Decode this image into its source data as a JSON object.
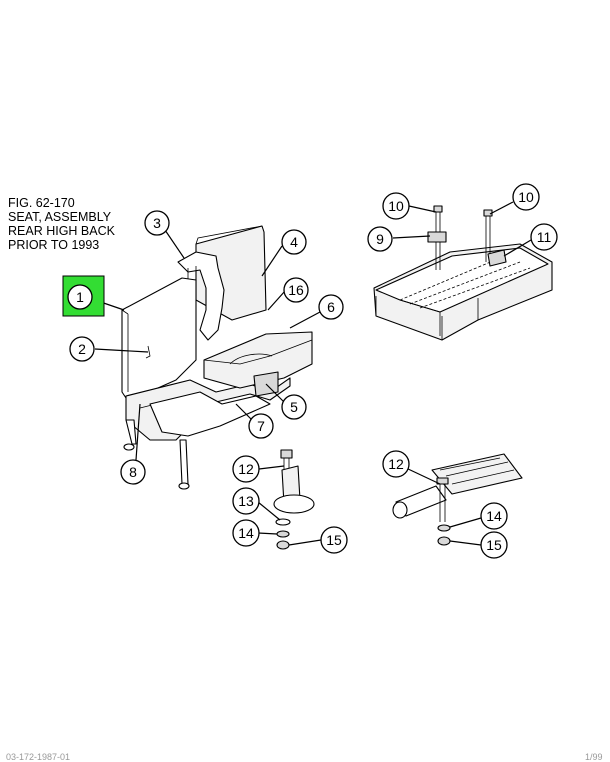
{
  "figure": {
    "title_lines": [
      "FIG. 62-170",
      "SEAT, ASSEMBLY",
      "REAR HIGH BACK",
      "PRIOR TO 1993"
    ]
  },
  "callouts": [
    {
      "id": "1",
      "label": "1",
      "highlighted": true
    },
    {
      "id": "2",
      "label": "2"
    },
    {
      "id": "3",
      "label": "3"
    },
    {
      "id": "4",
      "label": "4"
    },
    {
      "id": "5",
      "label": "5"
    },
    {
      "id": "6",
      "label": "6"
    },
    {
      "id": "7",
      "label": "7"
    },
    {
      "id": "8",
      "label": "8"
    },
    {
      "id": "9",
      "label": "9"
    },
    {
      "id": "10a",
      "label": "10"
    },
    {
      "id": "10b",
      "label": "10"
    },
    {
      "id": "11",
      "label": "11"
    },
    {
      "id": "12a",
      "label": "12"
    },
    {
      "id": "12b",
      "label": "12"
    },
    {
      "id": "13",
      "label": "13"
    },
    {
      "id": "14a",
      "label": "14"
    },
    {
      "id": "14b",
      "label": "14"
    },
    {
      "id": "15a",
      "label": "15"
    },
    {
      "id": "15b",
      "label": "15"
    },
    {
      "id": "16",
      "label": "16"
    }
  ],
  "colors": {
    "highlight": "#33dd33",
    "line": "#000000"
  },
  "footer": {
    "left": "03-172-1987-01",
    "right": "1/99"
  }
}
